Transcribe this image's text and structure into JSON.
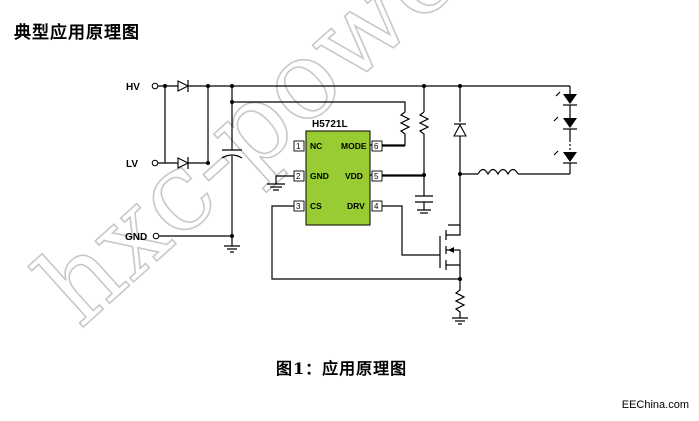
{
  "header": {
    "title": "典型应用原理图"
  },
  "figure": {
    "caption": "图1：应用原理图"
  },
  "watermark": {
    "text": "hxc-power"
  },
  "credit": {
    "text": "EEChina.com"
  },
  "ic": {
    "part": "H5721L",
    "body_color": "#99cc33",
    "pins": [
      {
        "num": "1",
        "name": "NC"
      },
      {
        "num": "2",
        "name": "GND"
      },
      {
        "num": "3",
        "name": "CS"
      },
      {
        "num": "6",
        "name": "MODE"
      },
      {
        "num": "5",
        "name": "VDD"
      },
      {
        "num": "4",
        "name": "DRV"
      }
    ]
  },
  "terminals": {
    "hv": "HV",
    "lv": "LV",
    "gnd": "GND"
  }
}
